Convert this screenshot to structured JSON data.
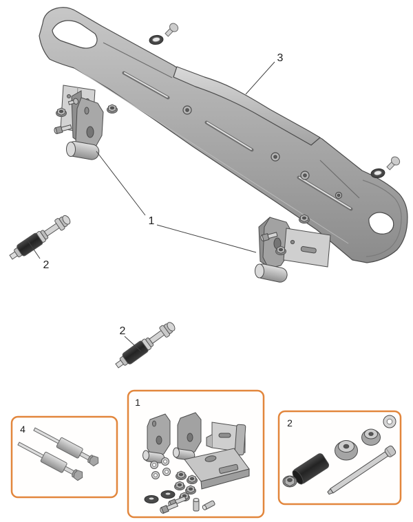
{
  "diagram": {
    "type": "exploded-parts-diagram",
    "background_color": "#ffffff",
    "outline_color": "#4a4a4a",
    "accent_color": "#e2863c",
    "rubber_color": "#303030",
    "metal_light": "#d6d6d6",
    "metal_mid": "#a8a8a8",
    "callout_1": {
      "label": "1",
      "part": "mounting-bracket-assembly"
    },
    "callout_2_left": {
      "label": "2",
      "part": "shock-bolt-assembly"
    },
    "callout_2_center": {
      "label": "2",
      "part": "shock-bolt-assembly"
    },
    "callout_3": {
      "label": "3",
      "part": "crossmember-bar"
    },
    "kit_box_4": {
      "label": "4",
      "part": "pin-kit"
    },
    "kit_box_1": {
      "label": "1",
      "part": "bracket-hardware-kit"
    },
    "kit_box_2": {
      "label": "2",
      "part": "bolt-bushing-kit"
    }
  }
}
